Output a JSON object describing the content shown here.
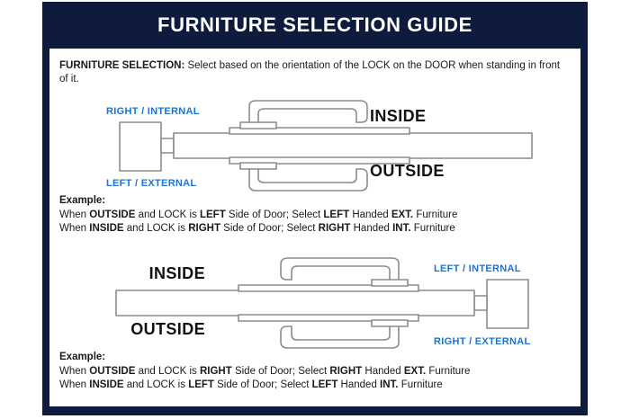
{
  "theme": {
    "frame_navy": "#0e1b3d",
    "title_white": "#ffffff",
    "label_blue": "#1b75d0",
    "body_black": "#1a1a1a",
    "line_gray": "#8c8c8c",
    "card_white": "#ffffff"
  },
  "header": {
    "title": "FURNITURE SELECTION GUIDE"
  },
  "intro": {
    "label": "FURNITURE SELECTION:",
    "text": " Select based on the orientation of the LOCK on the DOOR when standing in front of it."
  },
  "diagram_1": {
    "name": "right-internal-left-external-door-diagram",
    "top_label": "RIGHT / INTERNAL",
    "bottom_label": "LEFT / EXTERNAL",
    "inside_label": "INSIDE",
    "outside_label": "OUTSIDE",
    "lock_side": "left"
  },
  "diagram_2": {
    "name": "left-internal-right-external-door-diagram",
    "top_label": "LEFT / INTERNAL",
    "bottom_label": "RIGHT / EXTERNAL",
    "inside_label": "INSIDE",
    "outside_label": "OUTSIDE",
    "lock_side": "right"
  },
  "example_1": {
    "heading": "Example:",
    "line_1": {
      "w1": "When ",
      "b1": "OUTSIDE",
      "w2": " and LOCK is ",
      "b2": "LEFT",
      "w3": " Side of Door;   Select ",
      "b3": "LEFT",
      "w4": " Handed ",
      "b4": "EXT.",
      "w5": " Furniture"
    },
    "line_2": {
      "w1": "When ",
      "b1": "INSIDE",
      "w2": " and LOCK is ",
      "b2": "RIGHT",
      "w3": " Side of Door;  Select ",
      "b3": "RIGHT",
      "w4": " Handed ",
      "b4": "INT.",
      "w5": " Furniture"
    }
  },
  "example_2": {
    "heading": "Example:",
    "line_1": {
      "w1": "When ",
      "b1": "OUTSIDE",
      "w2": " and LOCK is ",
      "b2": "RIGHT",
      "w3": " Side of Door;   Select ",
      "b3": "RIGHT",
      "w4": " Handed ",
      "b4": "EXT.",
      "w5": " Furniture"
    },
    "line_2": {
      "w1": "When ",
      "b1": "INSIDE",
      "w2": " and LOCK is ",
      "b2": "LEFT",
      "w3": " Side of Door;  Select ",
      "b3": "LEFT",
      "w4": " Handed ",
      "b4": "INT.",
      "w5": " Furniture"
    }
  }
}
